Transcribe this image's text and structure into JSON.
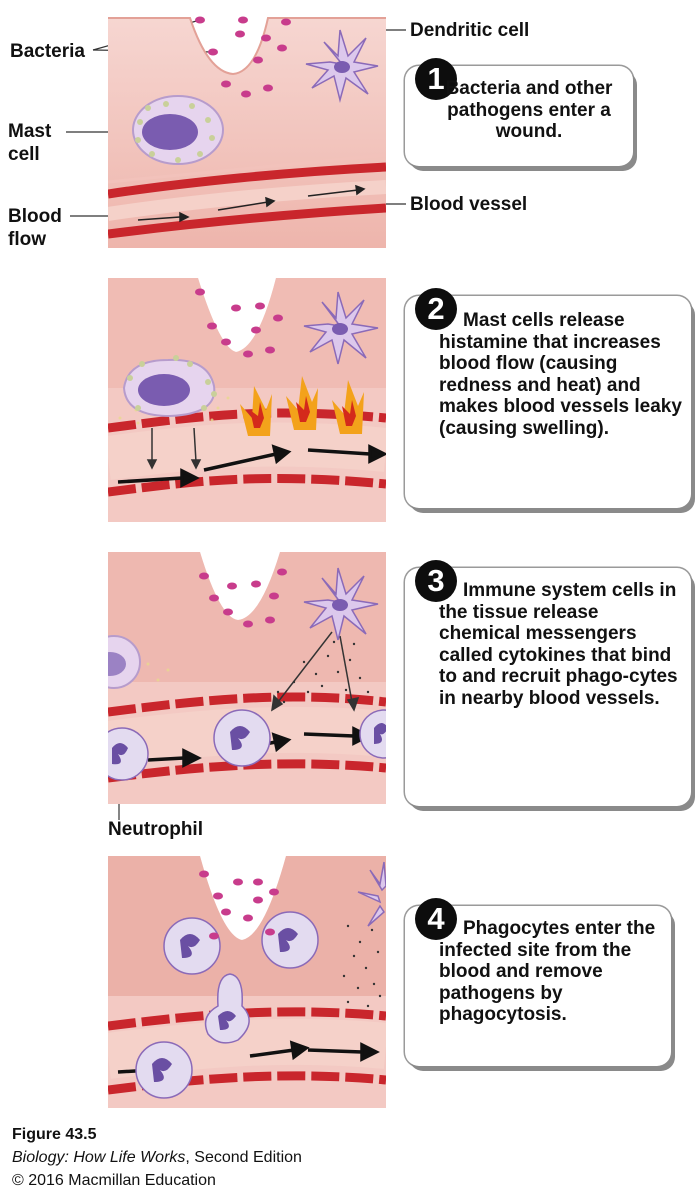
{
  "labels": {
    "bacteria": "Bacteria",
    "dendritic_cell": "Dendritic cell",
    "mast_cell": "Mast\ncell",
    "blood_flow": "Blood\nflow",
    "blood_vessel": "Blood vessel",
    "neutrophil": "Neutrophil"
  },
  "steps": [
    {
      "number": "1",
      "text": "Bacteria and other pathogens enter a wound."
    },
    {
      "number": "2",
      "text": "Mast cells release histamine that increases blood flow (causing redness and heat) and makes blood vessels leaky (causing swelling)."
    },
    {
      "number": "3",
      "text": "Immune system cells in the tissue release chemical messengers called cytokines that bind to and recruit phago-cytes in nearby blood vessels."
    },
    {
      "number": "4",
      "text": "Phagocytes enter the infected site from the blood and remove pathogens by phagocytosis."
    }
  ],
  "caption": {
    "figure": "Figure 43.5",
    "book_title": "Biology: How Life Works",
    "edition": ", Second Edition",
    "copyright": "© 2016 Macmillan Education"
  },
  "colors": {
    "tissue": "#f3c9c3",
    "tissue_dark": "#e9a79e",
    "vessel_wall": "#c9262c",
    "vessel_inner": "#f5d1c9",
    "bacteria": "#c83c8c",
    "cell_purple": "#7a5cb0",
    "flame": "#f3a21b"
  }
}
